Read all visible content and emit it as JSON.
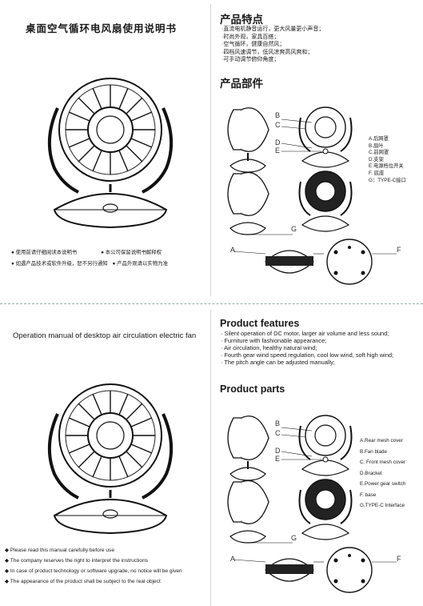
{
  "cn": {
    "title": "桌面空气循环电风扇使用说明书",
    "features_heading": "产品特点",
    "features": [
      "·直流电机静音运行，更大风量更小声音；",
      "·时尚外观，家具百搭；",
      "·空气循环，健康自然风；",
      "·四档风速调节，低风凉爽高风爽和；",
      "·可手动调节俯仰角度；"
    ],
    "parts_heading": "产品部件",
    "notes": [
      "● 使用前请仔细阅读本说明书",
      "● 本公司保留说明书解释权",
      "● 如遇产品技术或软件升级，恕不另行通知",
      "● 产品外观请以实物为准"
    ],
    "legend": [
      "A.后网罩",
      "B.扇叶",
      "C.前网罩",
      "D.支架",
      "E.电源档位开关",
      "F. 底座",
      "G：TYPE-C接口"
    ]
  },
  "en": {
    "title": "Operation manual of desktop air circulation electric fan",
    "features_heading": "Product features",
    "features": [
      "· Silent operation of DC motor, larger air volume and less sound;",
      "· Furniture with fashionable appearance;",
      "· Air circulation, healthy natural wind;",
      "· Fourth gear wind speed regulation, cool low wind, soft high wind;",
      "· The pitch angle can be adjusted manually;"
    ],
    "parts_heading": "Product parts",
    "notes": [
      "◆ Please read this manual carefully before use",
      "◆ The company reserves the right to interpret the instructions",
      "◆ In case of product technology or software upgrade, no notice will be given",
      "◆ The appearance of the product shall be subject to the real object"
    ],
    "legend": [
      "A.Rear mesh cover",
      "B.Fan blade",
      "C. Front mesh cover",
      "D.Bracket",
      "E.Power gear switch",
      "F. base",
      "G.TYPE-C Interface"
    ]
  },
  "labels": {
    "a": "A",
    "b": "B",
    "c": "C",
    "d": "D",
    "e": "E",
    "f": "F",
    "g": "G"
  }
}
